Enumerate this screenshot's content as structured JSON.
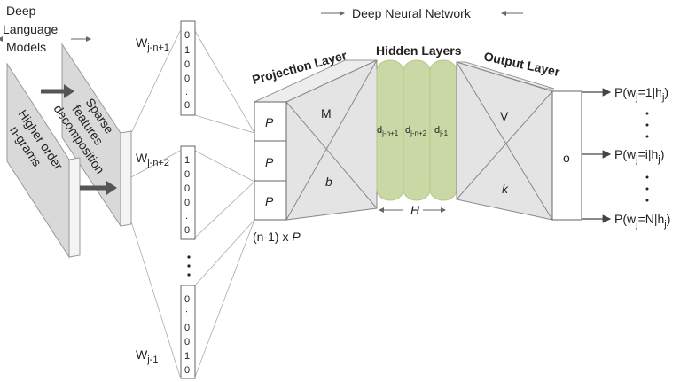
{
  "header": {
    "title": "Deep Neural Network"
  },
  "models": {
    "label_line1": "Deep",
    "label_line2": "Language",
    "label_line3": "Models",
    "sparse_line1": "Sparse",
    "sparse_line2": "features",
    "sparse_line3": "decomposition",
    "higher_line1": "Higher order",
    "higher_line2": "n-grams"
  },
  "inputs": {
    "w1": {
      "base": "W",
      "sub": "j-n+1",
      "bits": [
        "0",
        "1",
        "0",
        "0",
        ":",
        "0"
      ]
    },
    "w2": {
      "base": "W",
      "sub": "j-n+2",
      "bits": [
        "1",
        "0",
        "0",
        "0",
        ":",
        "0"
      ]
    },
    "w3": {
      "base": "W",
      "sub": "j-1",
      "bits": [
        "0",
        ":",
        "0",
        "0",
        "1",
        "0"
      ]
    },
    "ellipsis": "·\n·\n·"
  },
  "projection": {
    "title": "Projection Layer",
    "cells": [
      "P",
      "P",
      "P"
    ],
    "M": "M",
    "b": "b",
    "size_prefix": "(n-1) x ",
    "size_var": "P"
  },
  "hidden": {
    "title": "Hidden Layers",
    "units": [
      {
        "base": "d",
        "sub": "j-n+1"
      },
      {
        "base": "d",
        "sub": "j-n+2"
      },
      {
        "base": "d",
        "sub": "j-1"
      }
    ],
    "width_label": "H"
  },
  "output": {
    "title": "Output Layer",
    "V": "V",
    "k": "k",
    "o": "o",
    "probs": [
      {
        "pre": "P(w",
        "sub1": "j",
        "mid": "=1|h",
        "sub2": "j",
        "post": ")"
      },
      {
        "pre": "P(w",
        "sub1": "j",
        "mid": "=i|h",
        "sub2": "j",
        "post": ")"
      },
      {
        "pre": "P(w",
        "sub1": "j",
        "mid": "=N|h",
        "sub2": "j",
        "post": ")"
      }
    ]
  },
  "colors": {
    "hidden_fill": "#c9d8a4",
    "panel_fill": "#e4e4e4",
    "panel_dark": "#cfcfcf",
    "line": "#555555",
    "arrow": "#666666"
  }
}
